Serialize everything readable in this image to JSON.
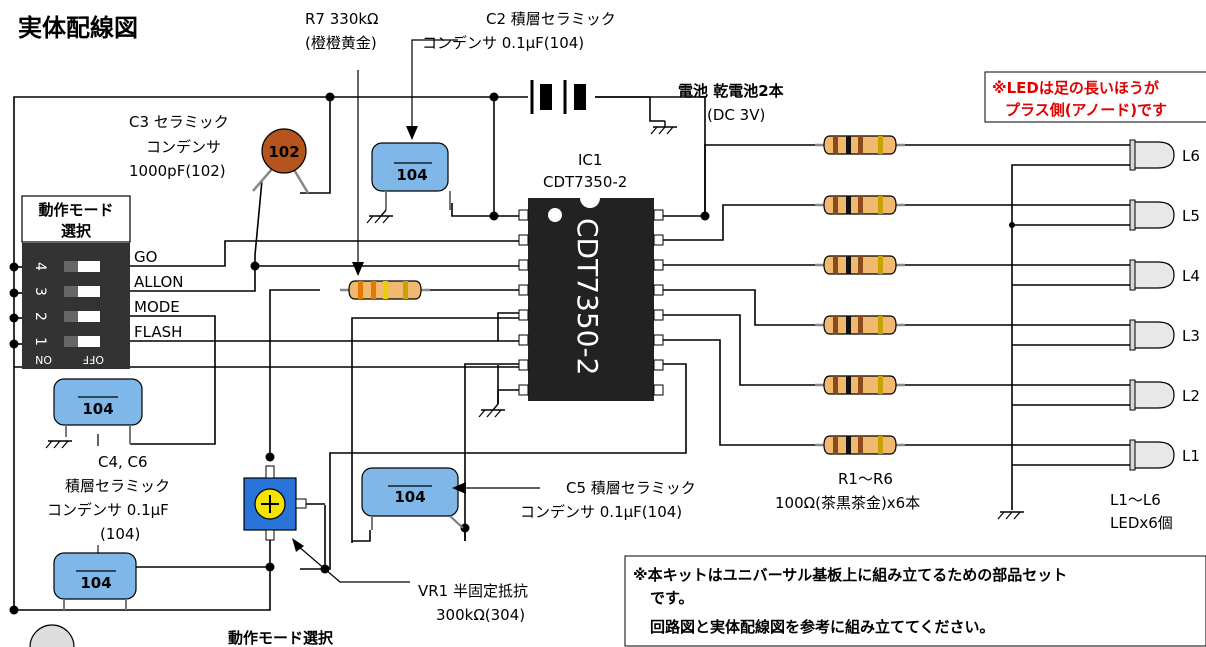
{
  "title": "実体配線図",
  "labels": {
    "r7_line1": "R7 330kΩ",
    "r7_line2": "(橙橙黄金)",
    "c2_line1": "C2 積層セラミック",
    "c2_line2": "コンデンサ 0.1μF(104)",
    "battery_line1": "電池 乾電池2本",
    "battery_line2": "(DC 3V)",
    "led_note_line1": "※LEDは足の長いほうが",
    "led_note_line2": "プラス側(アノード)です",
    "c3_line1": "C3 セラミック",
    "c3_line2": "コンデンサ",
    "c3_line3": "1000pF(102)",
    "c3_code": "102",
    "ic_line1": "IC1",
    "ic_line2": "CDT7350-2",
    "ic_body": "CDT7350-2",
    "mode_box_line1": "動作モード",
    "mode_box_line2": "選択",
    "dip_go": "GO",
    "dip_allon": "ALLON",
    "dip_mode": "MODE",
    "dip_flash": "FLASH",
    "dip_on": "ON",
    "dip_off": "OFF",
    "dip_num1": "1",
    "dip_num2": "2",
    "dip_num3": "3",
    "dip_num4": "4",
    "cap_code": "104",
    "c4c6_line1": "C4, C6",
    "c4c6_line2": "積層セラミック",
    "c4c6_line3": "コンデンサ 0.1μF",
    "c4c6_line4": "(104)",
    "c5_line1": "C5 積層セラミック",
    "c5_line2": "コンデンサ 0.1μF(104)",
    "r1r6_line1": "R1～R6",
    "r1r6_line2": "100Ω(茶黒茶金)x6本",
    "led_group_line1": "L1～L6",
    "led_group_line2": "LEDx6個",
    "vr1_line1": "VR1 半固定抵抗",
    "vr1_line2": "300kΩ(304)",
    "bottom_label": "動作モード選択",
    "note_line1": "※本キットはユニバーサル基板上に組み立てるための部品セット",
    "note_line2": "です。",
    "note_line3": "回路図と実体配線図を参考に組み立ててください。"
  },
  "leds": [
    "L6",
    "L5",
    "L4",
    "L3",
    "L2",
    "L1"
  ],
  "colors": {
    "capacitor_blue": "#7fb8e8",
    "resistor_body": "#f1b870",
    "ceramic_brown": "#b5541c",
    "ic_black": "#222222",
    "note_red": "#e00000",
    "trimmer_blue": "#2a73d8",
    "trimmer_yellow": "#f4e400"
  }
}
